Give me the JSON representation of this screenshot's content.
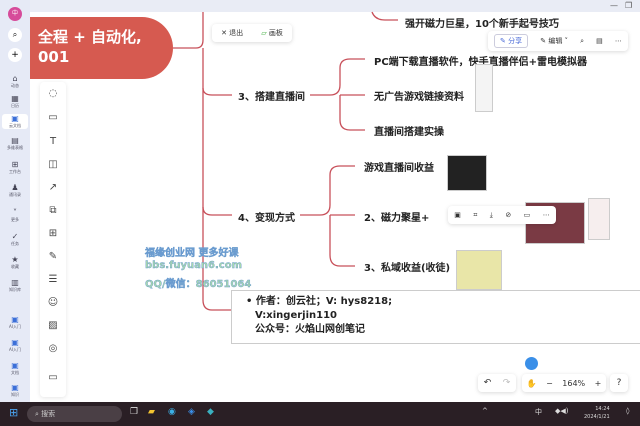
{
  "window": {
    "controls": [
      "—",
      "❐",
      "✕"
    ]
  },
  "sidebar": {
    "avatar": "中",
    "items": [
      {
        "label": "动态",
        "icon": "home-icon"
      },
      {
        "label": "日历",
        "icon": "calendar-icon"
      },
      {
        "label": "云文档",
        "icon": "doc-icon"
      },
      {
        "label": "多维表格",
        "icon": "table-icon"
      },
      {
        "label": "工作台",
        "icon": "grid-icon"
      },
      {
        "label": "通讯录",
        "icon": "contacts-icon"
      },
      {
        "label": "更多",
        "icon": "more-icon"
      },
      {
        "label": "任务",
        "icon": "check-icon"
      },
      {
        "label": "收藏",
        "icon": "star-icon"
      },
      {
        "label": "知识库",
        "icon": "book-icon"
      },
      {
        "label": "AI入门",
        "icon": "doc-icon"
      },
      {
        "label": "AI入门",
        "icon": "doc-icon"
      },
      {
        "label": "文档",
        "icon": "doc-icon"
      },
      {
        "label": "知识",
        "icon": "doc-icon"
      }
    ]
  },
  "top_toolbar": {
    "exit": "退出",
    "board": "画板"
  },
  "right_toolbar": {
    "share": "分享",
    "edit": "编辑"
  },
  "mindmap": {
    "root": "全程 + 自动化, 001",
    "top_child": "强开磁力巨星，10个新手起号技巧",
    "section3": {
      "label": "3、搭建直播间",
      "children": [
        "PC端下载直播软件，快手直播伴侣+雷电模拟器",
        "无广告游戏链接资料",
        "直播间搭建实操"
      ]
    },
    "section4": {
      "label": "4、变现方式",
      "children": [
        "游戏直播间收益",
        "2、磁力聚星+",
        "3、私域收益(收徒)"
      ]
    },
    "note": [
      "作者：创云社；V: hys8218;",
      "V:xingerjin110",
      "公众号：火焰山网创笔记"
    ]
  },
  "watermark": [
    "福缘创业网 更多好课",
    "bbs.fuyuan6.com",
    "QQ/微信：86051064"
  ],
  "zoom": {
    "level": "164%"
  },
  "taskbar": {
    "search": "搜索",
    "time": "14:24",
    "date": "2024/1/21",
    "ime": "中"
  }
}
